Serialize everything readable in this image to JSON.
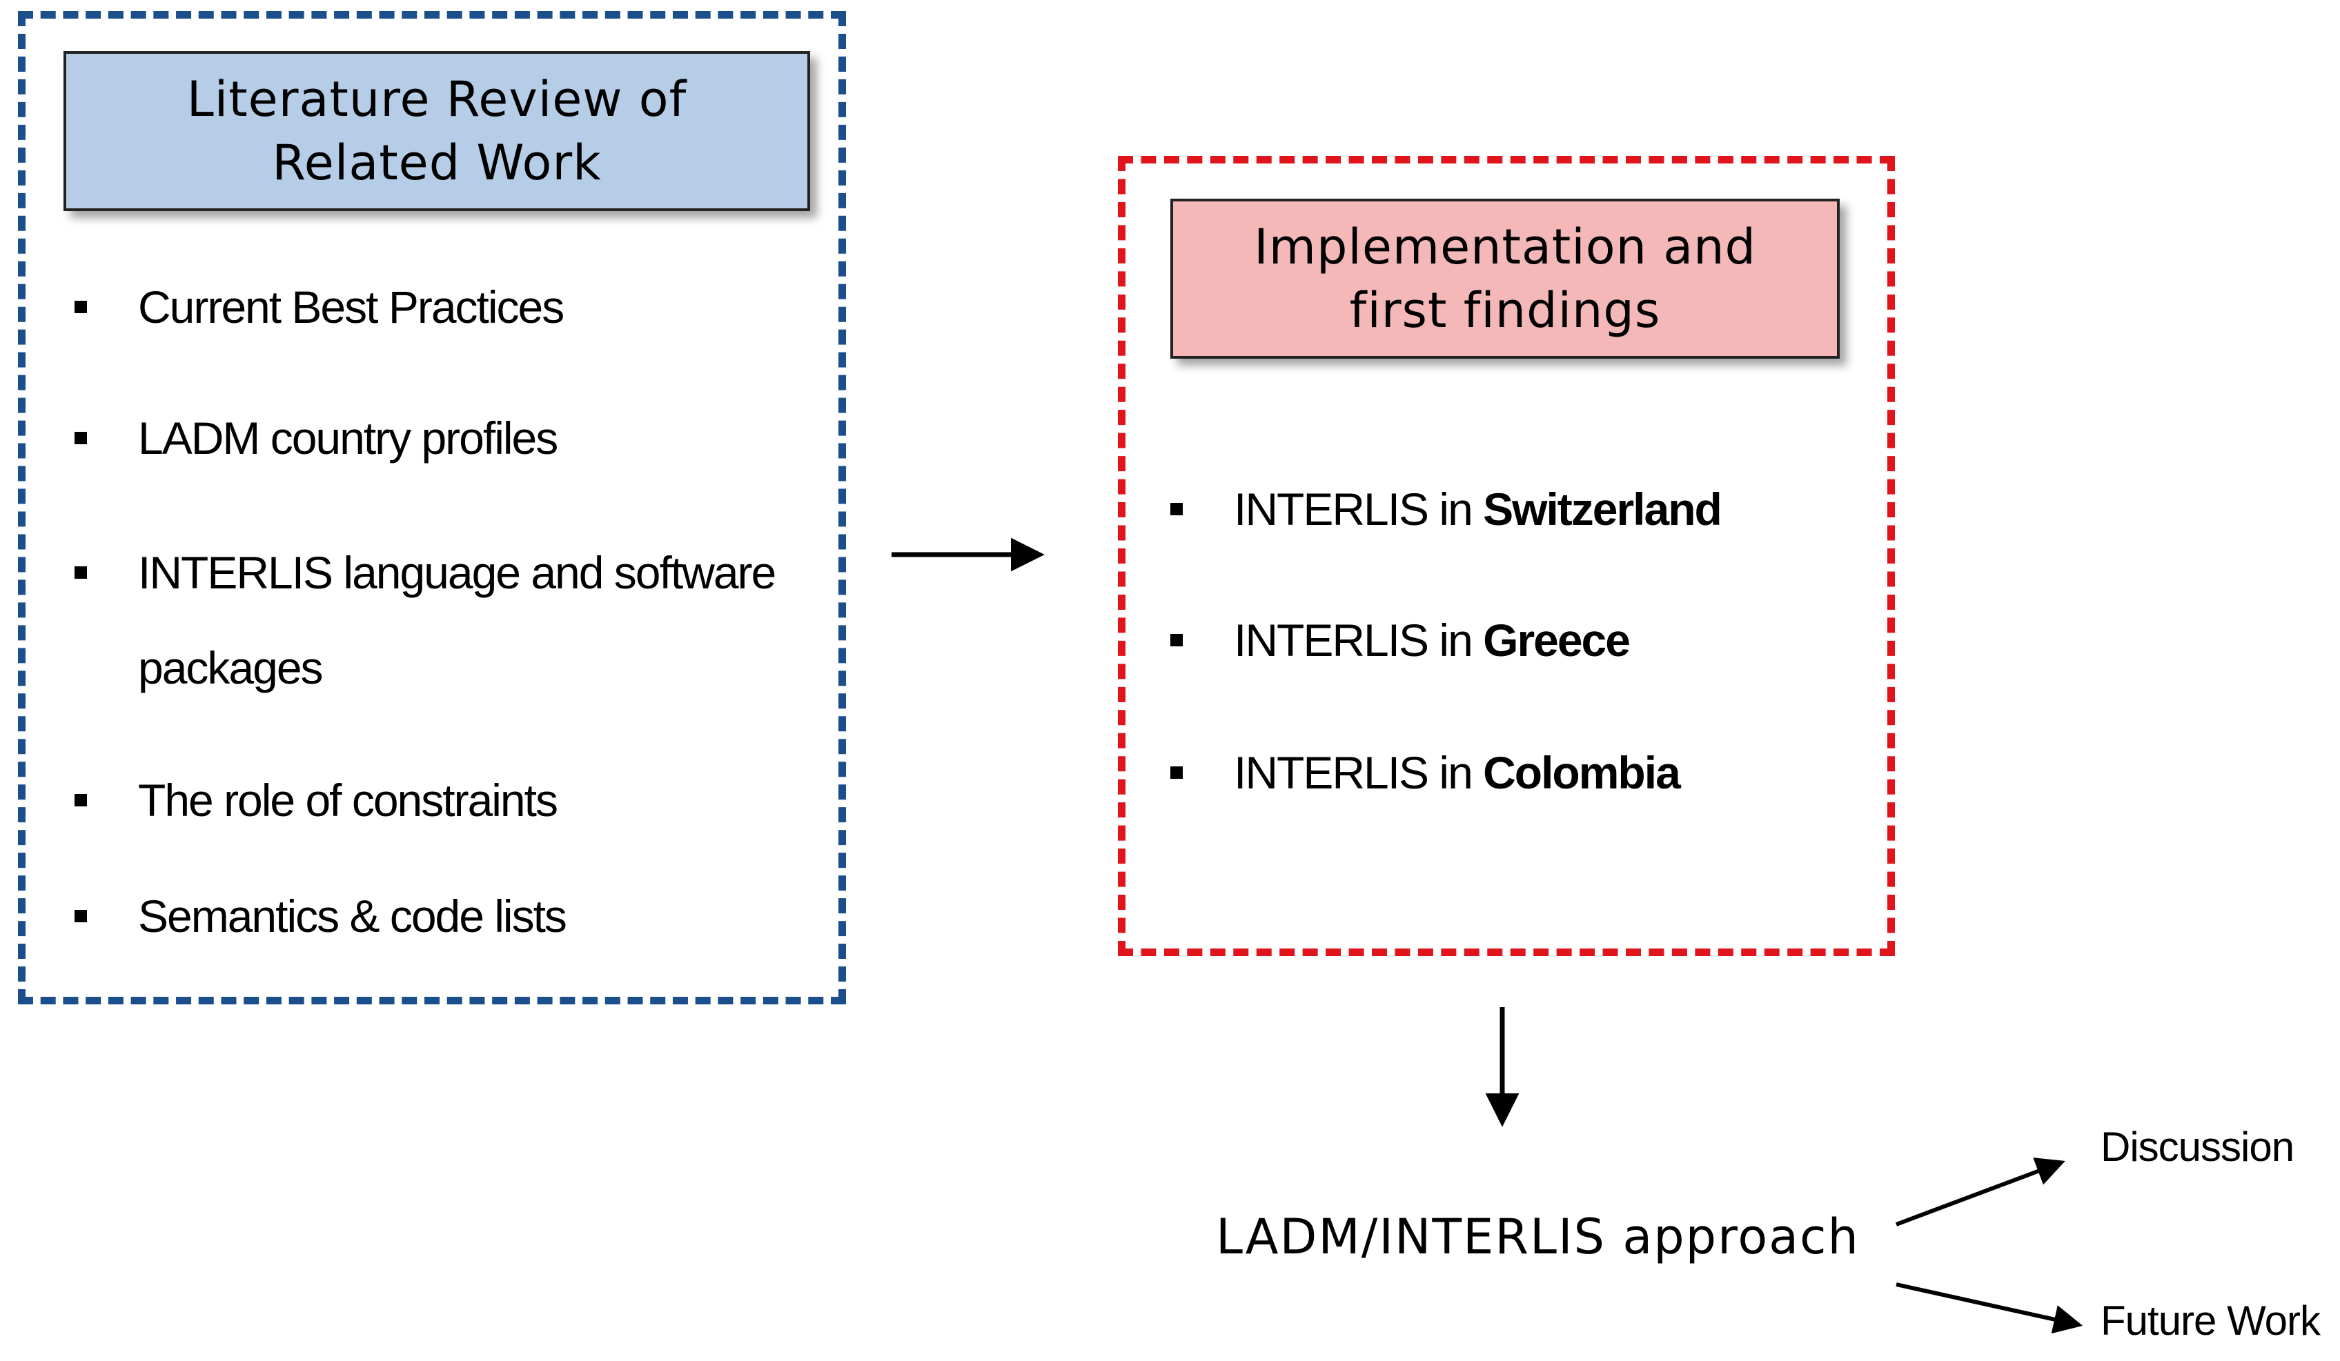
{
  "literature": {
    "title": "Literature Review of\nRelated Work",
    "items": [
      "Current Best Practices",
      "LADM country profiles",
      "INTERLIS language and software",
      "packages",
      "The role of constraints",
      "Semantics & code lists"
    ]
  },
  "implementation": {
    "title": "Implementation and\nfirst findings",
    "items": [
      {
        "prefix": "INTERLIS in ",
        "country": "Switzerland"
      },
      {
        "prefix": "INTERLIS in ",
        "country": "Greece"
      },
      {
        "prefix": "INTERLIS in ",
        "country": "Colombia"
      }
    ]
  },
  "approach": "LADM/INTERLIS approach",
  "outcomes": [
    "Discussion",
    "Future Work"
  ],
  "colors": {
    "blue_border": "#1a4f8c",
    "red_border": "#e0151b",
    "blue_fill": "#b5cde6",
    "red_fill": "#f4b8b8"
  }
}
